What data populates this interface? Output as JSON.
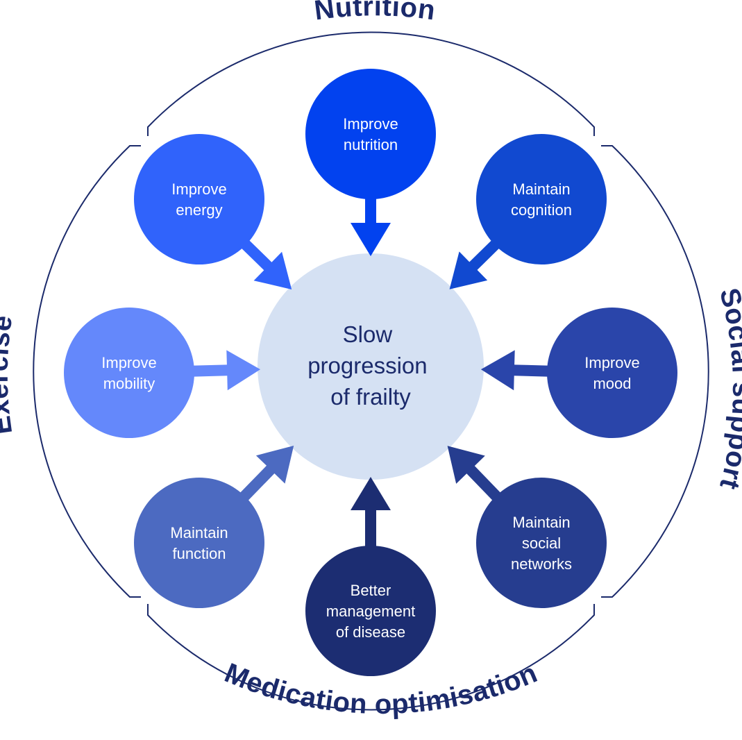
{
  "outer_labels": {
    "nutrition": "Nutrition",
    "social_support": "Social support",
    "medication": "Medication optimisation",
    "exercise": "Exercise"
  },
  "center": {
    "lines": [
      "Slow",
      "progression",
      "of frailty"
    ]
  },
  "nodes": [
    {
      "id": "improve-nutrition",
      "lines": [
        "Improve",
        "nutrition"
      ],
      "color": "#0242ef"
    },
    {
      "id": "maintain-cognition",
      "lines": [
        "Maintain",
        "cognition"
      ],
      "color": "#1149d0"
    },
    {
      "id": "improve-mood",
      "lines": [
        "Improve",
        "mood"
      ],
      "color": "#2a45aa"
    },
    {
      "id": "maintain-social-networks",
      "lines": [
        "Maintain",
        "social",
        "networks"
      ],
      "color": "#263d8f"
    },
    {
      "id": "better-management-of-disease",
      "lines": [
        "Better",
        "management",
        "of disease"
      ],
      "color": "#1c2d72"
    },
    {
      "id": "maintain-function",
      "lines": [
        "Maintain",
        "function"
      ],
      "color": "#4c6ac1"
    },
    {
      "id": "improve-mobility",
      "lines": [
        "Improve",
        "mobility"
      ],
      "color": "#6488fb"
    },
    {
      "id": "improve-energy",
      "lines": [
        "Improve",
        "energy"
      ],
      "color": "#3063fb"
    }
  ],
  "colors": {
    "center_fill": "#d5e1f3",
    "ring_stroke": "#1b2a6b",
    "text_dark": "#1b2a6b"
  }
}
